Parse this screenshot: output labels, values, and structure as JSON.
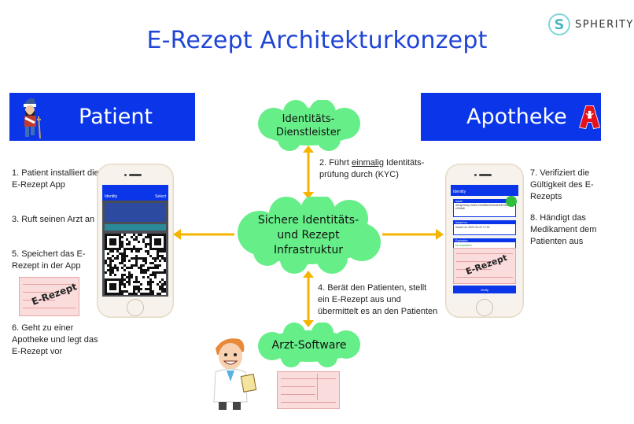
{
  "title": "E-Rezept Architekturkonzept",
  "logo": {
    "text": "SPHERITY",
    "icon": "s-logo-icon",
    "color": "#4fb8c4"
  },
  "colors": {
    "banner": "#0a35e8",
    "cloud": "#66ee88",
    "arrow": "#f5b400",
    "title": "#1f44d6"
  },
  "patient": {
    "banner_label": "Patient",
    "icon": "patient-on-crutch-icon",
    "steps": [
      "1. Patient installiert die E-Rezept App",
      "3. Ruft seinen Arzt an",
      "5. Speichert das E-Rezept in der App",
      "6. Geht zu einer Apotheke und legt das E-Rezept vor"
    ],
    "phone": {
      "nav_back": "Identity",
      "nav_right": "Select"
    }
  },
  "apotheke": {
    "banner_label": "Apotheke",
    "icon": "pharmacy-a-icon",
    "steps": [
      "7. Verifiziert die Gültigkeit des E-Rezepts",
      "8. Händigt das Medikament dem Patienten aus"
    ],
    "phone": {
      "nav_back": "Identity",
      "sections": [
        {
          "header": "Issuer",
          "value": "did:spherity:0x60c743388e0024e6094f7680bb0e0f4fa8"
        },
        {
          "header": "Issued on",
          "value": "Issued on 2020-03-22 17:51"
        },
        {
          "header": "Expiration",
          "value": "No expiration"
        }
      ],
      "verify_button": "Verify"
    }
  },
  "clouds": {
    "identity_provider": {
      "line1": "Identitäts-",
      "line2": "Dienstleister"
    },
    "infrastructure": {
      "line1": "Sichere Identitäts-",
      "line2": "und Rezept",
      "line3": "Infrastruktur"
    },
    "doctor_software": {
      "label": "Arzt-Software"
    }
  },
  "annotations": {
    "step2_prefix": "2. Führt ",
    "step2_underlined": "einmalig",
    "step2_suffix": " Identitäts-",
    "step2_line2": "prüfung durch (KYC)",
    "step4_line1": "4. Berät den Patienten, stellt",
    "step4_line2": "ein E-Rezept aus und",
    "step4_line3": "übermittelt es an den Patienten"
  },
  "prescription_stamp": "E-Rezept",
  "doctor": {
    "icon": "doctor-icon"
  }
}
